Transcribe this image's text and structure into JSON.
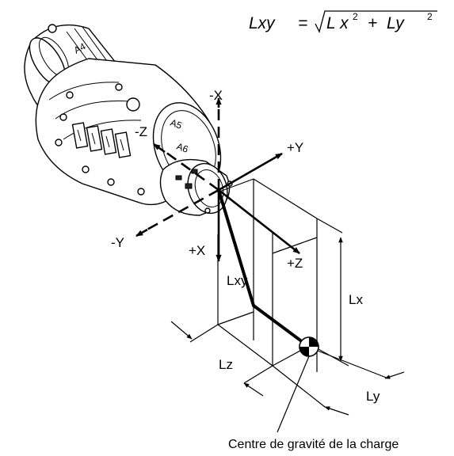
{
  "formula": {
    "lhs": "Lxy",
    "equals": "=",
    "term1": "L x",
    "exp1": "2",
    "plus": "+",
    "term2": "Ly",
    "exp2": "2"
  },
  "axes": {
    "minus_x": "-X",
    "plus_x": "+X",
    "minus_y": "-Y",
    "plus_y": "+Y",
    "minus_z": "-Z",
    "plus_z": "+Z"
  },
  "dimensions": {
    "lxy": "Lxy",
    "lx": "Lx",
    "lz": "Lz",
    "ly": "Ly"
  },
  "caption": "Centre de gravité de la charge",
  "icons": [
    "robot-wrist-drawing",
    "center-of-gravity-symbol",
    "arrowhead"
  ]
}
